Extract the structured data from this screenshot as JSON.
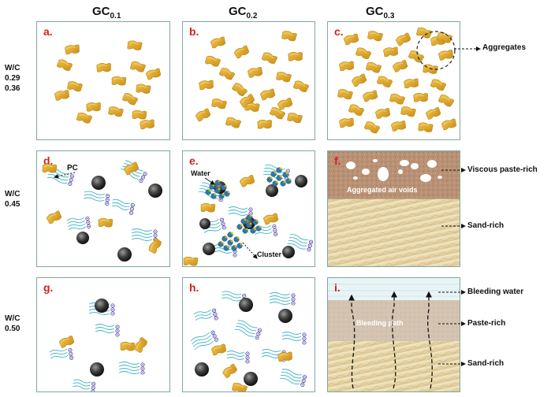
{
  "columns": [
    {
      "base": "GC",
      "sub": "0.1"
    },
    {
      "base": "GC",
      "sub": "0.2"
    },
    {
      "base": "GC",
      "sub": "0.3"
    }
  ],
  "rows": [
    {
      "line1": "W/C",
      "line2": "0.29",
      "line3": "0.36"
    },
    {
      "line1": "W/C",
      "line2": "0.45"
    },
    {
      "line1": "W/C",
      "line2": "0.50"
    }
  ],
  "panels": [
    "a.",
    "b.",
    "c.",
    "d.",
    "e.",
    "f.",
    "g.",
    "h.",
    "i."
  ],
  "annotations": {
    "aggregates": "Aggregates",
    "pc": "PC",
    "water": "Water",
    "cluster": "Cluster",
    "aggregated_air_voids": "Aggregated air voids",
    "viscous_paste_rich": "Viscous paste-rich",
    "sand_rich_f": "Sand-rich",
    "bleeding_water": "Bleeding water",
    "bleeding_path": "Bleeding path",
    "paste_rich": "Paste-rich",
    "sand_rich_i": "Sand-rich"
  },
  "colors": {
    "aggregate": "#e0aa2a",
    "panel_border": "#7ea8a0",
    "label_red": "#d42020",
    "fiber": "#3fb3c6",
    "particle": "#444444",
    "paste": "#b9947a",
    "sand": "#e8d9a8",
    "water": "#e6f3f6"
  },
  "icons": {
    "aggregate": "aggregate-icon",
    "particle": "cement-particle-icon",
    "fiber": "fiber-icon",
    "charge": "negative-charge-icon",
    "cluster": "water-cluster-icon"
  }
}
